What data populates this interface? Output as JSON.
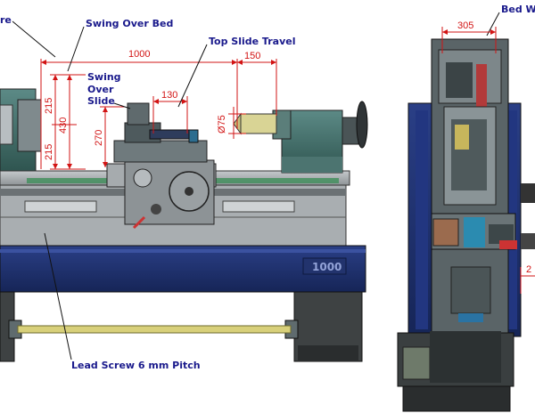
{
  "labels": {
    "partial_left": "re",
    "swing_over_bed": "Swing Over Bed",
    "top_slide_travel": "Top Slide Travel",
    "swing_over_slide_1": "Swing",
    "swing_over_slide_2": "Over",
    "swing_over_slide_3": "Slide",
    "lead_screw": "Lead Screw 6 mm Pitch",
    "bed_width_partial": "Bed W",
    "bed_plate": "1000"
  },
  "dimensions": {
    "bed_length": "1000",
    "tailstock_travel": "150",
    "swing_radius_upper": "215",
    "swing_radius_lower": "215",
    "center_height": "430",
    "top_slide": "130",
    "slide_height": "270",
    "quill_dia": "Ø75",
    "bed_width": "305",
    "side_partial": "2"
  },
  "colors": {
    "label_blue": "#1a1a8c",
    "dimension_red": "#d21414",
    "bed_blue": "#1e2f6b",
    "machine_green": "#3f6c66",
    "machine_grey": "#aeb3b6"
  }
}
